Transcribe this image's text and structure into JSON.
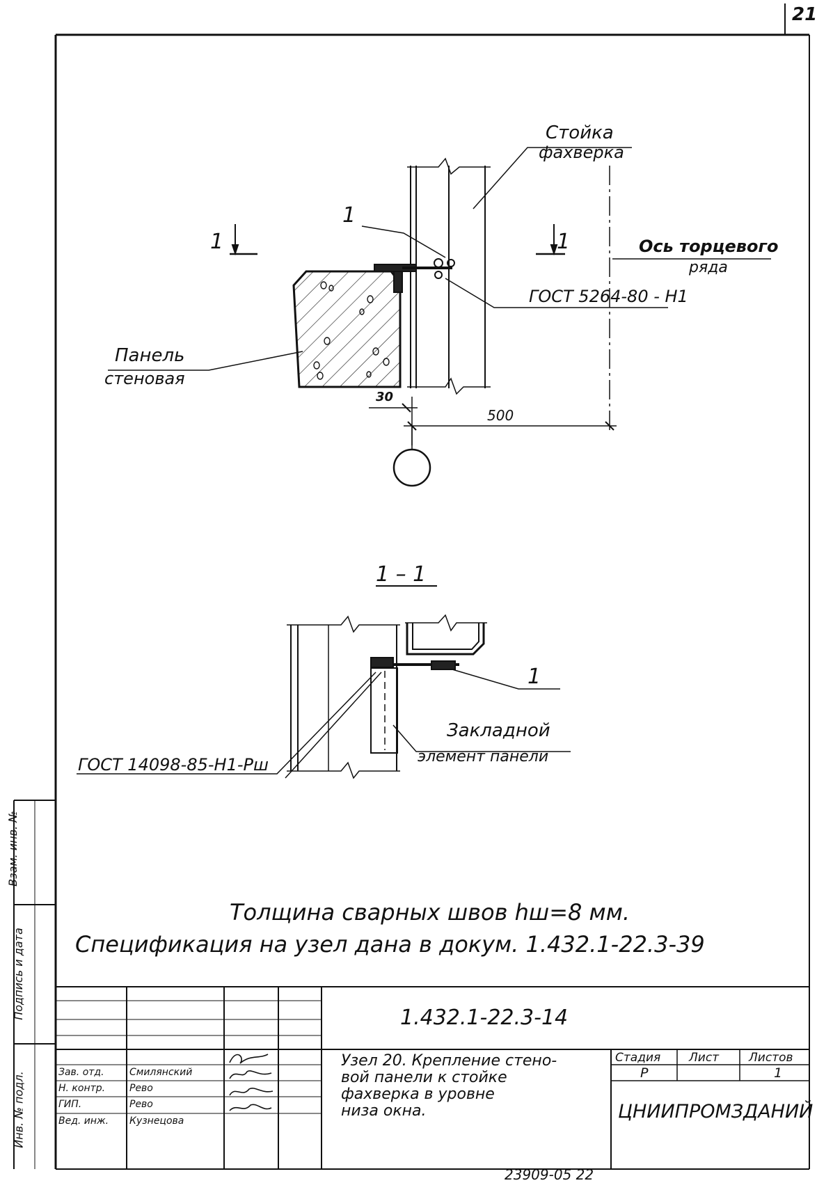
{
  "sheet_corner_number": "21",
  "top_view": {
    "label_column": [
      "Стойка",
      "фахверка"
    ],
    "label_axis": [
      "Ось торцевого",
      "ряда"
    ],
    "label_panel": [
      "Панель",
      "стеновая"
    ],
    "section_mark_left": "1",
    "section_mark_right": "1",
    "callout_1": "1",
    "weld_gost_top": "ГОСТ 5264-80 - Н1",
    "dim_30": "30",
    "dim_500": "500"
  },
  "section_view": {
    "title": "1 – 1",
    "callout_1": "1",
    "label_embedded": [
      "Закладной",
      "элемент панели"
    ],
    "weld_gost_section": "ГОСТ 14098-85-Н1-Рш"
  },
  "notes": {
    "line1": "Толщина сварных швов  hш=8 мм.",
    "line2": "Спецификация на узел дана в докум.  1.432.1-22.3-39"
  },
  "side_strip": {
    "vzam_inv": "Взам. инв. №",
    "podpis_data": "Подпись и дата",
    "inv_podl": "Инв. № подл."
  },
  "title_block": {
    "doc_code": "1.432.1-22.3-14",
    "description": [
      "Узел 20. Крепление стено-",
      "вой панели к стойке",
      "фахверка  в  уровне",
      "низа  окна."
    ],
    "stage_header": "Стадия",
    "sheet_header": "Лист",
    "sheets_header": "Листов",
    "stage_value": "Р",
    "sheets_value": "1",
    "organization": "ЦНИИПРОМЗДАНИЙ",
    "roles": [
      {
        "role": "Зав. отд.",
        "name": "Смилянский"
      },
      {
        "role": "Н. контр.",
        "name": "Рево"
      },
      {
        "role": "ГИП.",
        "name": "Рево"
      },
      {
        "role": "Вед. инж.",
        "name": "Кузнецова"
      }
    ]
  },
  "bottom_stamp": "23909-05   22"
}
